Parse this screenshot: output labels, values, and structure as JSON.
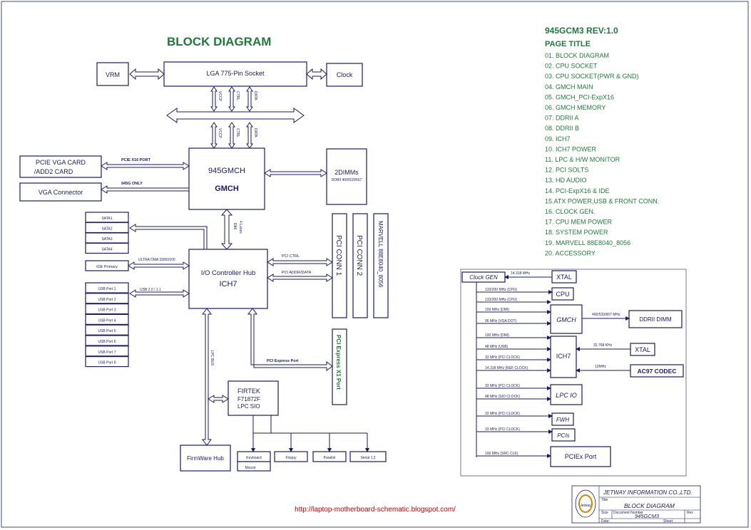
{
  "diagram_title": "BLOCK DIAGRAM",
  "board_rev": "945GCM3 REV:1.0",
  "page_title_header": "PAGE  TITLE",
  "page_list": [
    "01. BLOCK DIAGRAM",
    "02. CPU SOCKET",
    "03. CPU SOCKET(PWR & GND)",
    "04. GMCH MAIN",
    "05. GMCH_PCI-ExpX16",
    "06. GMCH MEMORY",
    "07. DDRII A",
    "08. DDRII B",
    "09. ICH7",
    "10. ICH7 POWER",
    "11. LPC & H/W MONITOR",
    "12. PCI SOLTS",
    "13. HD AUDIO",
    "14. PCI-ExpX16 & IDE",
    "15.ATX  POWER,USB & FRONT CONN.",
    "16. CLOCK GEN.",
    "17. CPU MEM POWER",
    "18. SYSTEM POWER",
    "19. MARVELL 88E8040_8056",
    "20. ACCESSORY"
  ],
  "blocks": {
    "vrm": "VRM",
    "socket": "LGA 775-Pin Socket",
    "clock": "Clock",
    "pcie_vga_1": "PCIE VGA CARD",
    "pcie_vga_2": "/ADD2 CARD",
    "vga_conn": "VGA Connector",
    "gmch_1": "945GMCH",
    "gmch_2": "GMCH",
    "dimm": "2DIMMs",
    "dimm_sub": "DDRII 400/533/667",
    "ich_1": "I/O Controller Hub",
    "ich_2": "ICH7",
    "ide": "IDE Primary",
    "pci_conn_1": "PCI CONN 1",
    "pci_conn_2": "PCI CONN 2",
    "marvell": "MARVELL 88E8040_8056",
    "pcie_x1": "PCI Express X1 Port",
    "firtek_1": "FIRTEK",
    "firtek_2": "F71872F",
    "firtek_3": "LPC SIO",
    "fwh": "FirmWare Hub",
    "keyboard": "Keyboard",
    "mouse": "Mouse",
    "floppy": "Floppy",
    "parallel": "Parallel",
    "serial": "Serial 1,2"
  },
  "sata": [
    "SATA1",
    "SATA2",
    "SATA3",
    "SATA4"
  ],
  "usb": [
    "USB Port 1",
    "USB Port 2",
    "USB Port 3",
    "USB Port 4",
    "USB Port 5",
    "USB Port 6",
    "USB Port 7",
    "USB Port 8"
  ],
  "bus_labels": {
    "vccp": "VCCP",
    "ctrl": "CTRL",
    "data": "DATA",
    "pcie_x16": "PCIE X16 PORT",
    "analog": "945G ONLY",
    "dmi": "DMI",
    "dmi_lanes": "4 Lanes",
    "ultra_dma": "ULTRA DMA 33/66/100",
    "usb20": "USB 2.0 / 1.1",
    "pci_ctrl": "PCI CTRL",
    "pci_addr": "PCI ADDR/DATA",
    "pci_express": "PCI Express Port",
    "lpc_bus": "LPC BUS"
  },
  "clock_tree": {
    "clock_gen": "Clock GEN",
    "xtal1": "XTAL",
    "xtal1_freq": "14.318 MHz",
    "cpu": "CPU",
    "gmch": "GMCH",
    "ddrii_dimm": "DDRII DIMM",
    "ddr_freq": "400/533/667 MHz",
    "ich7": "ICH7",
    "xtal2": "XTAL",
    "xtal2_freq": "32.768 KHz",
    "ac97": "AC97 CODEC",
    "ac97_freq": "12MHz",
    "lpcio": "LPC IO",
    "fwh": "FWH",
    "pcis": "PCIs",
    "pciex": "PCIEx Port",
    "lines": [
      "133/200 MHz (CPU)",
      "133/200 MHz (CPU)",
      "100 MHz (DMI)",
      "96 MHz (VGA DOT)",
      "100 MHz (DMI)",
      "48 MHz (USB)",
      "33 MHz (PCI CLOCK)",
      "14.318 MHz (REF CLOCK)",
      "33 MHz (PCI CLOCK)",
      "48 MHz (SIO CLOCK)",
      "33 MHz (PCI CLOCK)",
      "33 MHz (PCI CLOCK)",
      "100 MHz (SRC CLK)"
    ]
  },
  "title_block": {
    "company": "JETWAY INFORMATION CO.,LTD.",
    "logo_text": "Jetway",
    "field_title": "Title",
    "sheet_title": "BLOCK DIAGRAM",
    "field_size": "Size",
    "field_doc": "Document Number",
    "field_rev": "Rev",
    "doc_number": "945GCM3",
    "field_date": "Date:",
    "field_sheet": "Sheet"
  },
  "footer_url": "http://laptop-motherboard-schematic.blogspot.com/"
}
